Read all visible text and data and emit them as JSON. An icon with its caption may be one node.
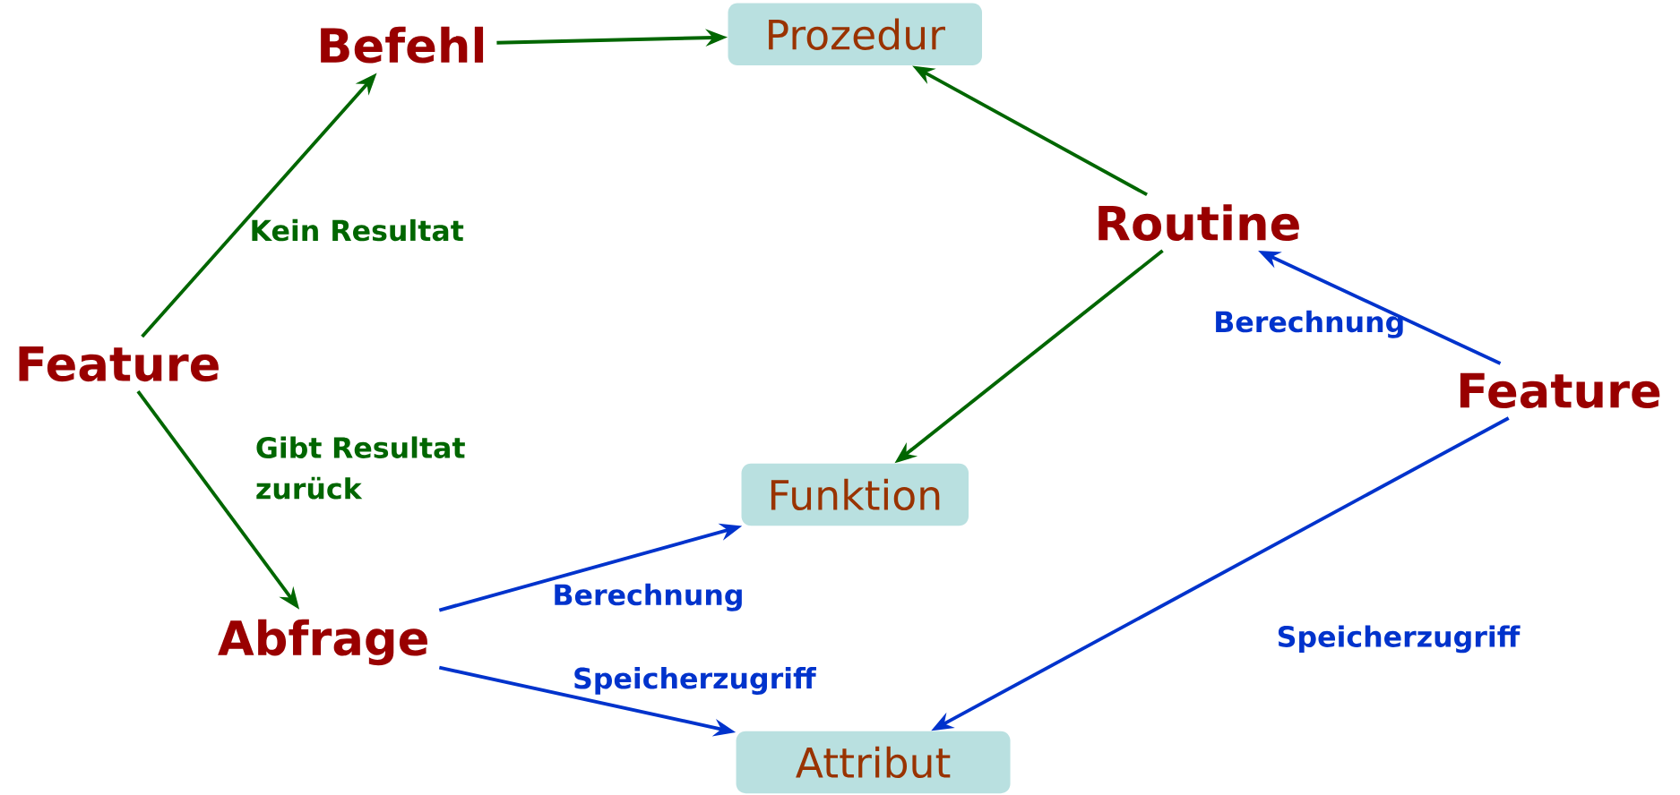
{
  "diagram": {
    "nodes": [
      {
        "text": [
          "Feature"
        ]
      },
      {
        "text": [
          "Befehl"
        ]
      },
      {
        "text": [
          "Prozedur"
        ]
      },
      {
        "text": [
          "Routine"
        ]
      },
      {
        "text": [
          "Feature"
        ]
      },
      {
        "text": [
          "Funktion"
        ]
      },
      {
        "text": [
          "Abfrage"
        ]
      },
      {
        "text": [
          "Attribut"
        ]
      }
    ],
    "edges": [
      {
        "from": 0,
        "to": 1,
        "arrow": "to",
        "label": "Kein Resultat"
      },
      {
        "from": 0,
        "to": 6,
        "arrow": "to",
        "label": "Gibt Resultat zurück"
      },
      {
        "from": 1,
        "to": 2,
        "arrow": "to"
      },
      {
        "from": 3,
        "to": 2,
        "arrow": "to"
      },
      {
        "from": 3,
        "to": 5,
        "arrow": "to"
      },
      {
        "from": 4,
        "to": 3,
        "arrow": "to",
        "label": "Berechnung",
        "color": "#0033cc"
      },
      {
        "from": 4,
        "to": 7,
        "arrow": "to",
        "label": "Speicherzugriff",
        "color": "#0033cc"
      },
      {
        "from": 6,
        "to": 5,
        "arrow": "to",
        "label": "Berechnung",
        "color": "#0033cc"
      },
      {
        "from": 6,
        "to": 7,
        "arrow": "to",
        "label": "Speicherzugriff",
        "color": "#0033cc"
      }
    ]
  }
}
